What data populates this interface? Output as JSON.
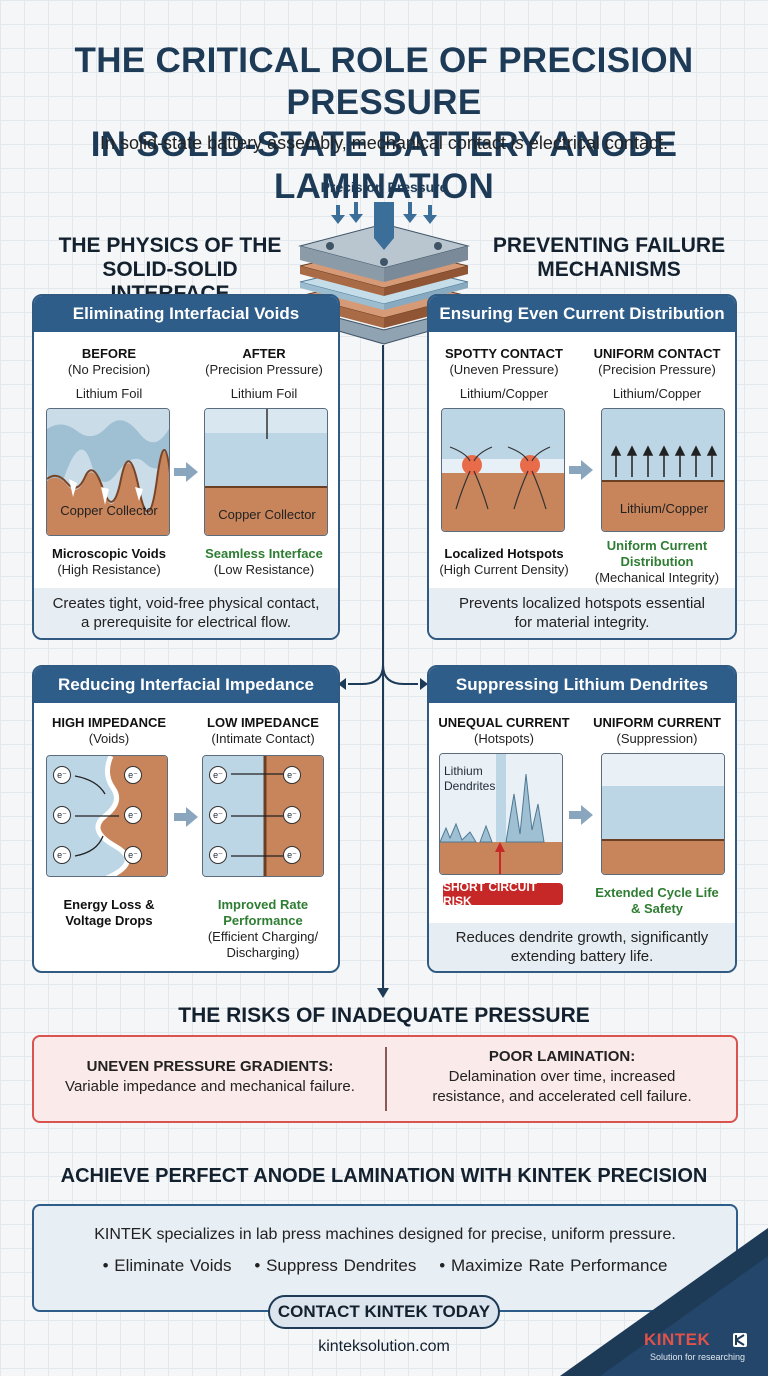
{
  "title_line1": "THE CRITICAL ROLE OF PRECISION PRESSURE",
  "title_line2": "IN SOLID-STATE BATTERY ANODE LAMINATION",
  "subtitle_pre": "In solid-state battery assembly, mechanical contact ",
  "subtitle_em": "is",
  "subtitle_post": " electrical contact.",
  "press_label": "Precision Pressure",
  "left_section": {
    "line1": "THE PHYSICS OF THE",
    "line2": "SOLID-SOLID INTERFACE"
  },
  "right_section": {
    "line1": "PREVENTING FAILURE",
    "line2": "MECHANISMS"
  },
  "panel_voids": {
    "title": "Eliminating Interfacial Voids",
    "before_head": "BEFORE",
    "before_sub": "(No Precision)",
    "after_head": "AFTER",
    "after_sub": "(Precision Pressure)",
    "foil_label": "Lithium Foil",
    "copper_label": "Copper Collector",
    "before_cap": "Microscopic Voids",
    "before_cap_sub": "(High Resistance)",
    "after_cap": "Seamless Interface",
    "after_cap_sub": "(Low Resistance)",
    "foot1": "Creates tight, void-free physical contact,",
    "foot2": "a prerequisite for electrical flow."
  },
  "panel_current": {
    "title": "Ensuring Even Current Distribution",
    "left_head": "SPOTTY CONTACT",
    "left_sub": "(Uneven Pressure)",
    "right_head": "UNIFORM CONTACT",
    "right_sub": "(Precision Pressure)",
    "material_label": "Lithium/Copper",
    "left_cap": "Localized Hotspots",
    "left_cap_sub": "(High Current Density)",
    "right_cap1": "Uniform Current",
    "right_cap2": "Distribution",
    "right_cap_sub": "(Mechanical Integrity)",
    "foot1": "Prevents localized hotspots essential",
    "foot2": "for material integrity."
  },
  "panel_impedance": {
    "title": "Reducing Interfacial Impedance",
    "left_head": "HIGH IMPEDANCE",
    "left_sub": "(Voids)",
    "right_head": "LOW IMPEDANCE",
    "right_sub": "(Intimate Contact)",
    "electron": "e⁻",
    "left_cap1": "Energy Loss &",
    "left_cap2": "Voltage Drops",
    "right_cap1": "Improved Rate",
    "right_cap2": "Performance",
    "right_sub1": "(Efficient Charging/",
    "right_sub2": "Discharging)"
  },
  "panel_dendrites": {
    "title": "Suppressing Lithium Dendrites",
    "left_head": "UNEQUAL CURRENT",
    "left_sub": "(Hotspots)",
    "right_head": "UNIFORM CURRENT",
    "right_sub": "(Suppression)",
    "dendrite_label1": "Lithium",
    "dendrite_label2": "Dendrites",
    "risk_label": "SHORT CIRCUIT RISK",
    "right_cap1": "Extended Cycle Life",
    "right_cap2": "& Safety",
    "foot1": "Reduces dendrite growth, significantly",
    "foot2": "extending battery life."
  },
  "risks": {
    "heading": "THE RISKS OF INADEQUATE PRESSURE",
    "left_head": "UNEVEN PRESSURE GRADIENTS:",
    "left_text": "Variable impedance and mechanical failure.",
    "right_head": "POOR LAMINATION:",
    "right_text1": "Delamination over time, increased",
    "right_text2": "resistance, and accelerated cell failure."
  },
  "cta": {
    "heading": "ACHIEVE PERFECT ANODE LAMINATION WITH KINTEK PRECISION",
    "text": "KINTEK specializes in lab press machines designed for precise, uniform pressure.",
    "bullets": [
      "• Eliminate Voids",
      "• Suppress Dendrites",
      "• Maximize Rate Performance"
    ],
    "button": "CONTACT KINTEK TODAY",
    "url": "kinteksolution.com"
  },
  "brand": {
    "name": "KINTEK",
    "tagline": "Solution for researching"
  },
  "colors": {
    "navy": "#2f5d8a",
    "copper": "#c8845a",
    "lithium": "#bcd6e6",
    "green": "#2e7d32",
    "red": "#c62828"
  }
}
